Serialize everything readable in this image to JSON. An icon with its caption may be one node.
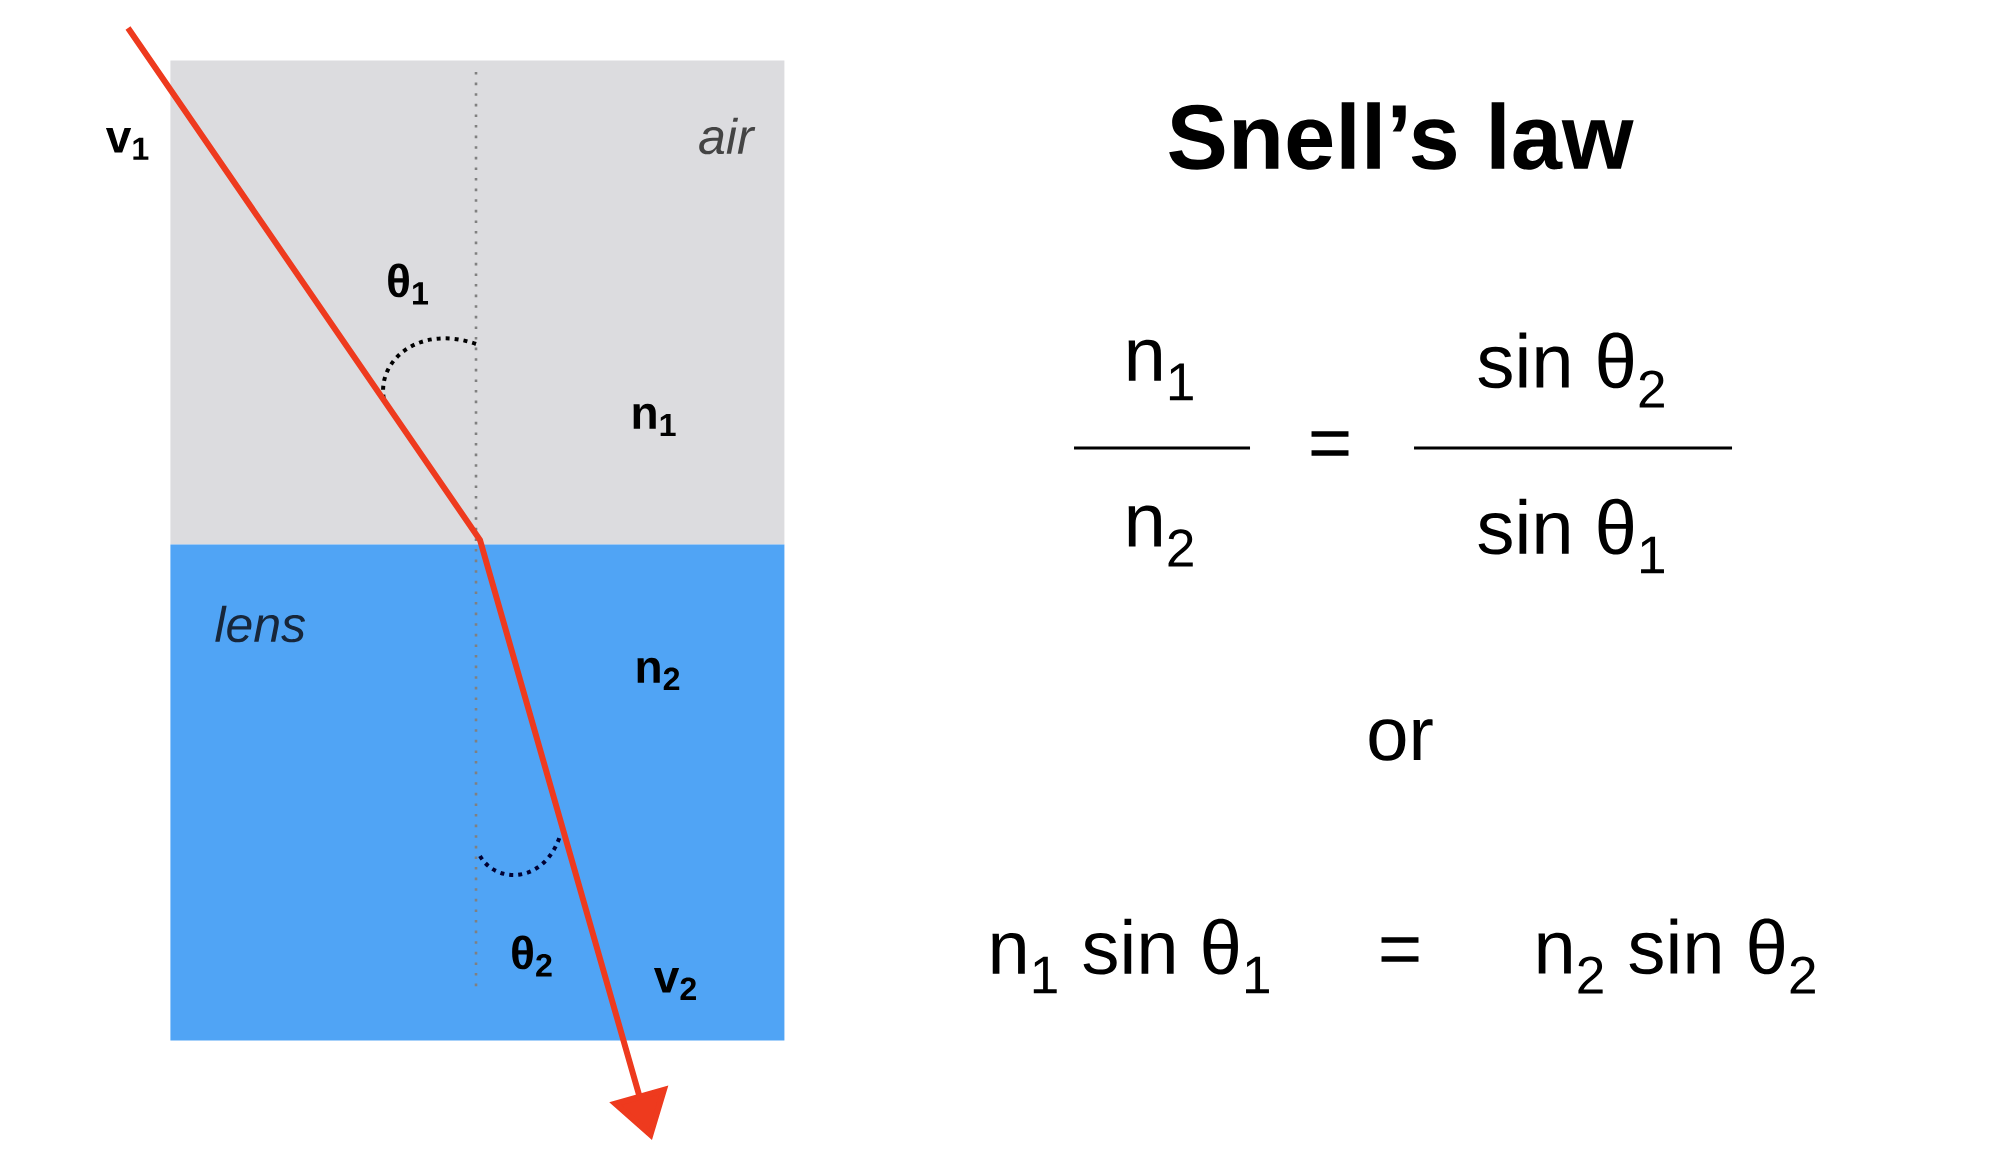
{
  "diagram": {
    "title": "Snell’s law",
    "nodes": [
      {
        "text": [
          "air"
        ]
      },
      {
        "text": [
          "lens"
        ]
      }
    ],
    "labels": [
      "v$_{1}$",
      "θ$_{1}$",
      "n$_{1}$",
      "n$_{2}$",
      "θ$_{2}$",
      "v$_{2}$",
      "n$_{1}$",
      "=",
      "sin θ$_{2}$",
      "n$_{2}$",
      "sin θ$_{1}$",
      "or",
      "n$_{1}$ sin θ$_{1}$",
      "=",
      "n$_{2}$ sin θ$_{2}$"
    ]
  }
}
